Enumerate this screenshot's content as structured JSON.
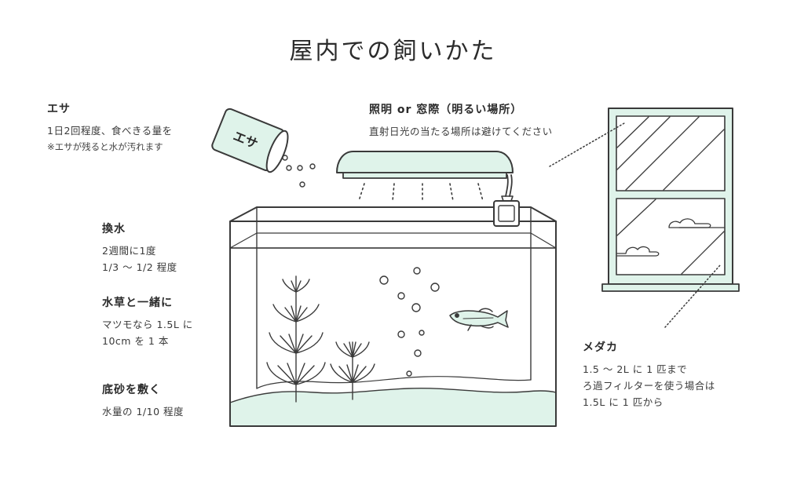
{
  "title": "屋内での飼いかた",
  "feed": {
    "heading": "エサ",
    "line1": "1日2回程度、食べきる量を",
    "note": "※エサが残ると水が汚れます",
    "can_label": "エサ"
  },
  "light": {
    "heading": "照明 or 窓際（明るい場所）",
    "line1": "直射日光の当たる場所は避けてください"
  },
  "water_change": {
    "heading": "換水",
    "line1": "2週間に1度",
    "line2": "1/3 〜 1/2 程度"
  },
  "plants": {
    "heading": "水草と一緒に",
    "line1": "マツモなら 1.5L に",
    "line2": "10cm を 1 本"
  },
  "gravel": {
    "heading": "底砂を敷く",
    "line1": "水量の 1/10 程度"
  },
  "medaka": {
    "heading": "メダカ",
    "line1": "1.5 〜 2L に 1 匹まで",
    "line2": "ろ過フィルターを使う場合は",
    "line3": "1.5L に 1 匹から"
  },
  "colors": {
    "mint": "#dff3ea",
    "stroke": "#3a3a3a"
  }
}
